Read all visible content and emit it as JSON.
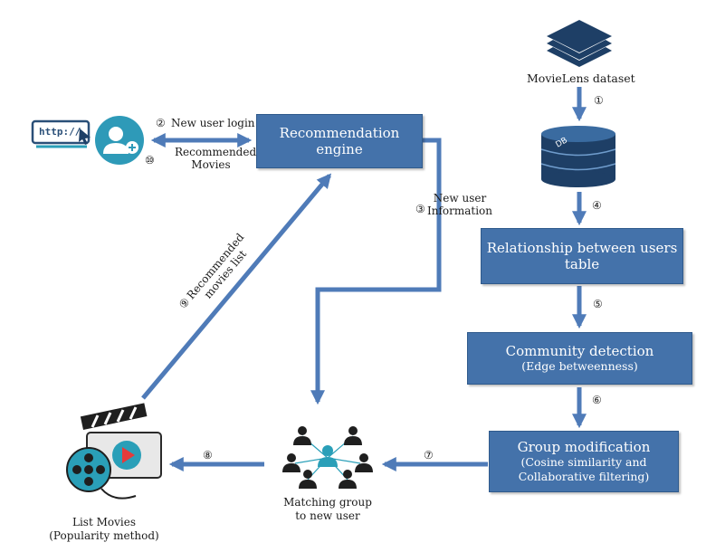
{
  "dataset": {
    "label": "MovieLens dataset"
  },
  "boxes": {
    "engine": {
      "line1": "Recommendation",
      "line2": "engine"
    },
    "relationship": {
      "line1": "Relationship between users",
      "line2": "table"
    },
    "community": {
      "title": "Community detection",
      "sub": "(Edge betweenness)"
    },
    "group": {
      "title": "Group modification",
      "sub1": "(Cosine similarity and",
      "sub2": "Collaborative filtering)"
    }
  },
  "user": {
    "url_text": "http://",
    "login_label": "New user login",
    "rec_line1": "Recommended",
    "rec_line2": "Movies"
  },
  "steps": {
    "s1": "①",
    "s2": "②",
    "s3": "③",
    "s4": "④",
    "s5": "⑤",
    "s6": "⑥",
    "s7": "⑦",
    "s8": "⑧",
    "s9": "⑨",
    "s10": "⑩"
  },
  "labels": {
    "new_user_info_1": "New user",
    "new_user_info_2": "Information",
    "rec_list_1": "Recommended",
    "rec_list_2": "movies list",
    "matching_1": "Matching group",
    "matching_2": "to new user",
    "list_movies_1": "List Movies",
    "list_movies_2": "(Popularity method)"
  },
  "icons": [
    "stack-layers-icon",
    "database-icon",
    "browser-url-icon",
    "add-user-icon",
    "user-group-icon",
    "movie-clapper-icon"
  ],
  "colors": {
    "box_fill": "#4472aa",
    "arrow": "#4f7bb8",
    "icon_dark": "#1e3f66",
    "icon_teal": "#2a9fb8"
  }
}
